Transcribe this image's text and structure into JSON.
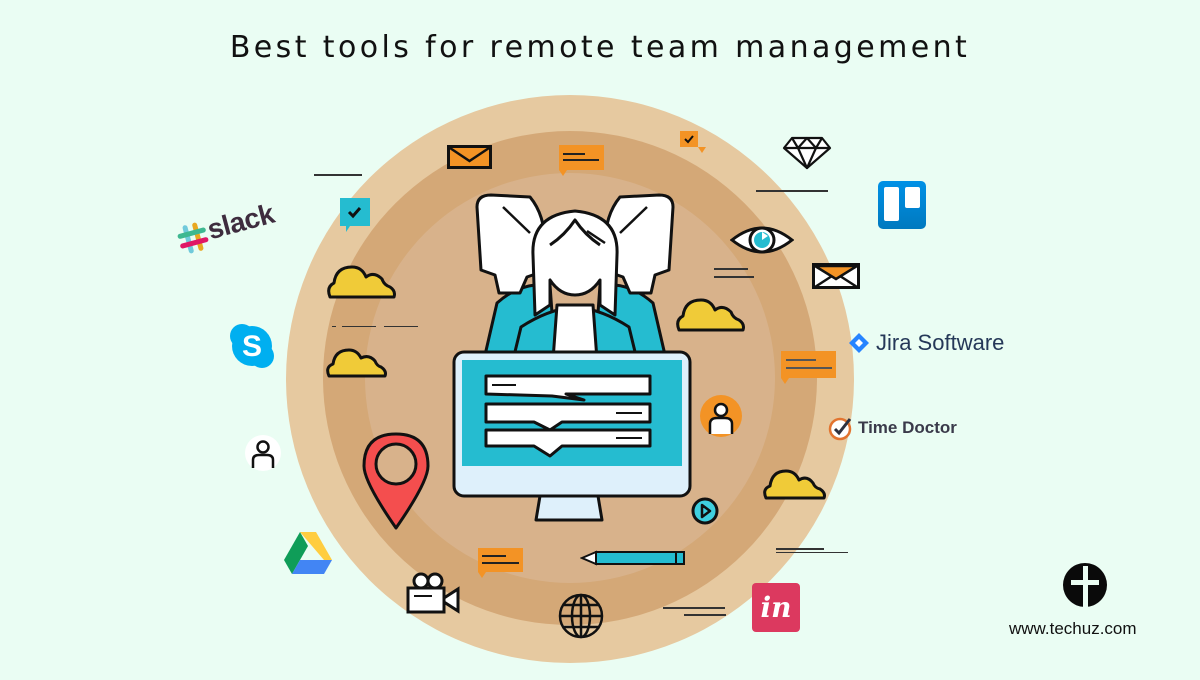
{
  "title": "Best tools for remote team management",
  "tools": [
    {
      "name": "Slack",
      "label": "slack",
      "icon": "slack-logo-icon"
    },
    {
      "name": "Skype",
      "label": "S",
      "icon": "skype-logo-icon"
    },
    {
      "name": "Google Drive",
      "icon": "google-drive-logo-icon"
    },
    {
      "name": "Trello",
      "icon": "trello-logo-icon"
    },
    {
      "name": "Jira Software",
      "label": "Jira Software",
      "icon": "jira-logo-icon"
    },
    {
      "name": "Time Doctor",
      "label": "Time Doctor",
      "icon": "time-doctor-logo-icon"
    },
    {
      "name": "InVision",
      "label": "in",
      "icon": "invision-logo-icon"
    }
  ],
  "footer": {
    "website": "www.techuz.com",
    "logo": "techuz-logo-icon"
  },
  "colors": {
    "background": "#eafdf3",
    "ring_outer": "#e6c9a0",
    "ring_middle": "#d4a877",
    "ring_inner": "#d8b28b",
    "teal": "#25bcd0",
    "orange": "#f39325",
    "yellow": "#f0cb38",
    "red_pin": "#f44e4e",
    "trello_blue": "#0079bf",
    "jira_blue": "#2684ff",
    "invision_pink": "#dc395f"
  }
}
